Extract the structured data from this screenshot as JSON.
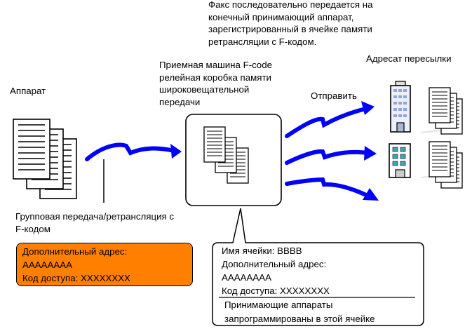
{
  "top_note": [
    "Факс последовательно передается на",
    "конечный принимающий аппарат,",
    "зарегистрированный в ячейке памяти",
    "ретрансляции с F-кодом."
  ],
  "relay_label": [
    "Приемная машина F-code",
    "релейная коробка памяти",
    "широковещательной",
    "передачи"
  ],
  "device_label": "Аппарат",
  "destination_label": "Адресат пересылки",
  "send_label": "Отправить",
  "transmission_label": [
    "Групповая передача/ретрансляция с",
    "F-кодом"
  ],
  "sender_box": {
    "lines": [
      "Дополнительный адрес:",
      "AAAAAAAA",
      "Код доступа: XXXXXXXX"
    ],
    "color": "#ff7f00"
  },
  "relay_box": {
    "lines": [
      "Имя ячейки: BBBB",
      "Дополнительный адрес:",
      "AAAAAAAA",
      "Код доступа: XXXXXXXX"
    ],
    "footer": [
      "Принимающие аппараты",
      "запрограммированы в этой ячейке"
    ]
  },
  "colors": {
    "arrow": "#0000ff",
    "window_light": "#8aa8d8",
    "window_teal": "#3aa7b8"
  }
}
